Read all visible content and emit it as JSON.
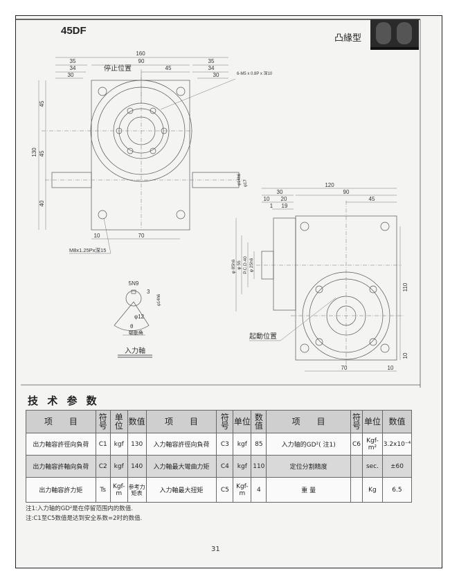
{
  "header": {
    "model": "45DF",
    "type": "凸緣型"
  },
  "drawing": {
    "front": {
      "dims_top": [
        "160",
        "35",
        "90",
        "35",
        "34",
        "45",
        "34",
        "30",
        "30"
      ],
      "stop_position": "停止位置",
      "tap_note": "6-M5 x 0.8P x 深10",
      "dims_left": [
        "130",
        "45",
        "45",
        "40"
      ],
      "shaft_dims": [
        "φ14h6",
        "φ17"
      ],
      "dims_bottom": [
        "10",
        "70"
      ],
      "mount_note": "M8x1.25Px深15"
    },
    "side": {
      "dims_top": [
        "120",
        "30",
        "90",
        "10",
        "20",
        "45",
        "1",
        "19"
      ],
      "dims_left": [
        "φ 85h6",
        "φ 55",
        "P.C.D.40",
        "φ 25h6"
      ],
      "dims_right": [
        "110",
        "10"
      ],
      "dims_bottom": [
        "70",
        "10"
      ],
      "start_position": "起動位置"
    },
    "input_shaft": {
      "dims": [
        "5N9",
        "3",
        "φ14h6",
        "φ12",
        "θ"
      ],
      "drive_angle": "驅動角",
      "caption": "入力軸"
    }
  },
  "specs": {
    "title": "技 术 参 数",
    "headers": [
      "项　　目",
      "符号",
      "单位",
      "数值",
      "项　　目",
      "符号",
      "单位",
      "数值",
      "项　　目",
      "符号",
      "单位",
      "数值"
    ],
    "rows": [
      [
        "出力軸容許徑向負荷",
        "C1",
        "kgf",
        "130",
        "入力軸容許徑向負荷",
        "C3",
        "kgf",
        "85",
        "入力轴的GD²( 注1)",
        "C6",
        "Kgf-m²",
        "3.2x10⁻⁴"
      ],
      [
        "出力軸容許軸向負荷",
        "C2",
        "kgf",
        "140",
        "入力軸最大彎曲力矩",
        "C4",
        "kgf",
        "110",
        "定位分割精度",
        "",
        "sec.",
        "±60"
      ],
      [
        "出力軸容許力矩",
        "Ts",
        "Kgf-m",
        "参考力矩表",
        "入力軸最大扭矩",
        "C5",
        "Kgf-m",
        "4",
        "重 量",
        "",
        "Kg",
        "6.5"
      ]
    ],
    "notes": [
      "注1:入力轴的GD²是在停留范围内的数值.",
      "注:C1至C5数值是达到安全系数=2时的数值."
    ]
  },
  "page_number": "31"
}
